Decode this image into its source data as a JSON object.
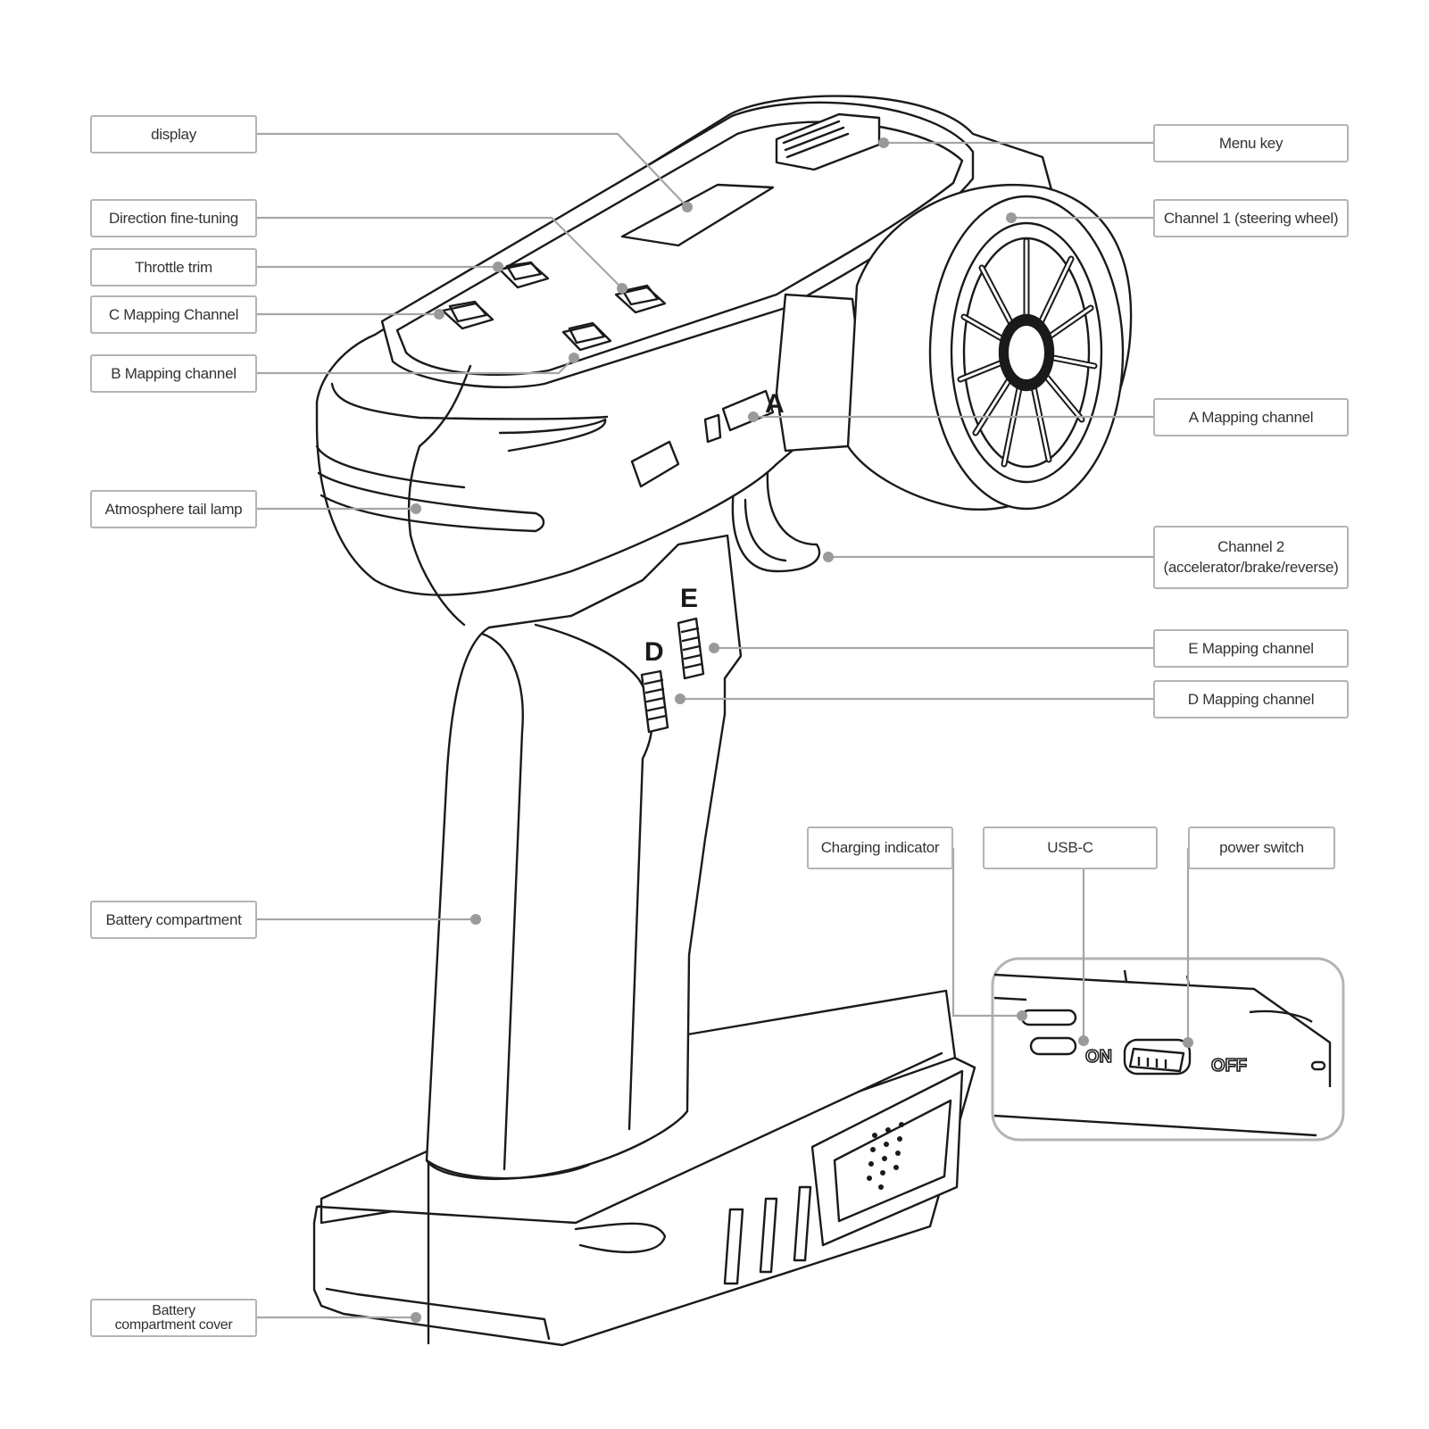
{
  "labels": {
    "display": "display",
    "direction_fine_tuning": "Direction fine-tuning",
    "throttle_trim": "Throttle trim",
    "c_mapping": "C Mapping Channel",
    "b_mapping": "B Mapping channel",
    "atmosphere_tail_lamp": "Atmosphere tail lamp",
    "battery_compartment": "Battery compartment",
    "battery_cover_line1": "Battery",
    "battery_cover_line2": "compartment cover",
    "menu_key": "Menu key",
    "channel_1": "Channel 1 (steering wheel)",
    "a_mapping": "A Mapping channel",
    "channel_2_line1": "Channel 2",
    "channel_2_line2": "(accelerator/brake/reverse)",
    "e_mapping": "E Mapping channel",
    "d_mapping": "D Mapping channel",
    "charging_indicator": "Charging indicator",
    "usb_c": "USB-C",
    "power_switch": "power switch"
  },
  "device_markings": {
    "a": "A",
    "d": "D",
    "e": "E",
    "on": "ON",
    "off": "OFF"
  },
  "colors": {
    "outline": "#1a1a1a",
    "leader_line": "#a6a6a6",
    "label_border": "#b4b4b4",
    "dot": "#9a9a9a"
  }
}
